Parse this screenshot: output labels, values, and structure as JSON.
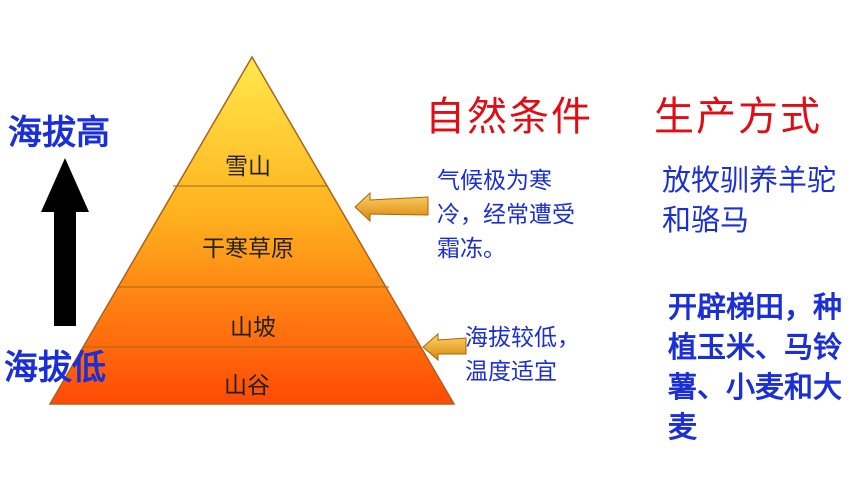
{
  "left_axis": {
    "top_label": "海拔高",
    "bottom_label": "海拔低"
  },
  "pyramid": {
    "layers": [
      "雪山",
      "干寒草原",
      "山坡",
      "山谷"
    ]
  },
  "columns": {
    "conditions_title": "自然条件",
    "production_title": "生产方式"
  },
  "conditions": {
    "high": "气候极为寒冷，经常遭受霜冻。",
    "low": "海拔较低，温度适宜"
  },
  "production": {
    "high": "放牧驯养羊驼和骆马",
    "low": "开辟梯田，种植玉米、马铃薯、小麦和大麦"
  },
  "colors": {
    "title_blue": "#1b2fd6",
    "header_red": "#e10d14",
    "pyramid_top": "#ffe24a",
    "pyramid_bottom": "#ff4a05",
    "arrow_orange": "#f5a623"
  }
}
